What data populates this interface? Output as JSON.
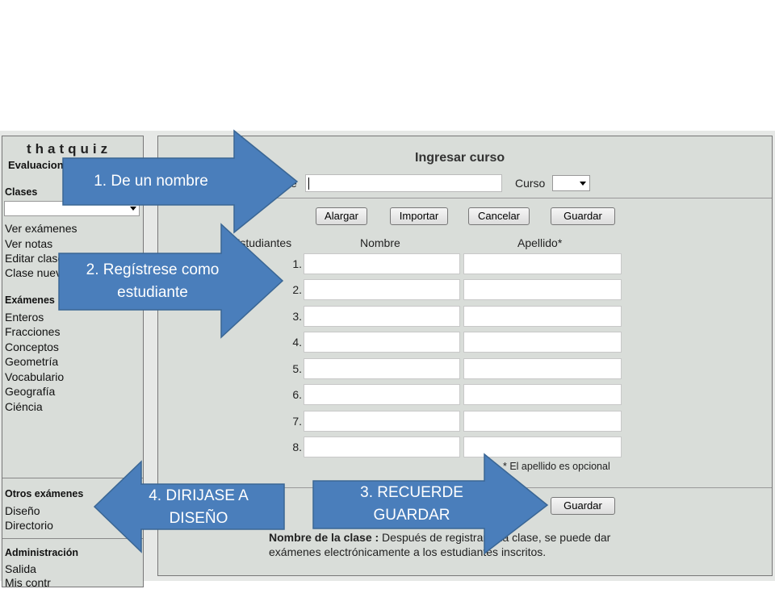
{
  "sidebar": {
    "logo": "thatquiz",
    "subtitle": "Evaluacion",
    "clases_heading": "Clases",
    "clases_links": [
      "Ver exámenes",
      "Ver notas",
      "Editar clase",
      "Clase nueva"
    ],
    "examenes_heading": "Exámenes",
    "examenes_links": [
      "Enteros",
      "Fracciones",
      "Conceptos",
      "Geometría",
      "Vocabulario",
      "Geografía",
      "Ciéncia"
    ],
    "otros_heading": "Otros exámenes",
    "otros_links": [
      "Diseño",
      "Directorio"
    ],
    "admin_heading": "Administración",
    "admin_links": [
      "Salida",
      "Mis contr"
    ]
  },
  "main": {
    "title": "Ingresar curso",
    "clase_label": "Clase",
    "curso_label": "Curso",
    "buttons": [
      "Alargar",
      "Importar",
      "Cancelar",
      "Guardar"
    ],
    "col_estudiantes": "Estudiantes",
    "col_nombre": "Nombre",
    "col_apellido": "Apellido*",
    "rows": [
      "1.",
      "2.",
      "3.",
      "4.",
      "5.",
      "6.",
      "7.",
      "8."
    ],
    "note": "* El apellido es opcional",
    "bottom_button": "Guardar",
    "footer_bold": "Nombre de la clase :",
    "footer_text": " Después de registrar una clase, se puede dar exámenes electrónicamente a los estudiantes inscritos."
  },
  "annotations": {
    "step1": "1. De un nombre",
    "step2": "2. Regístrese como estudiante",
    "step3": "3. RECUERDE GUARDAR",
    "step4": "4. DIRIJASE A DISEÑO",
    "arrow_color": "#4a7ebb",
    "arrow_border": "#3a6694"
  }
}
